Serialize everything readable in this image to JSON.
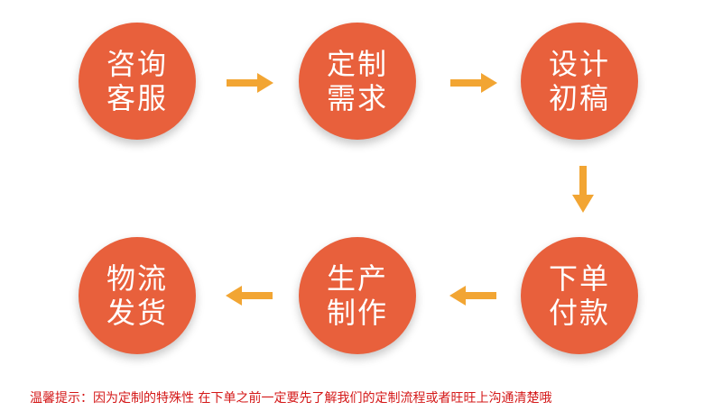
{
  "steps": [
    {
      "line1": "咨询",
      "line2": "客服"
    },
    {
      "line1": "定制",
      "line2": "需求"
    },
    {
      "line1": "设计",
      "line2": "初稿"
    },
    {
      "line1": "下单",
      "line2": "付款"
    },
    {
      "line1": "生产",
      "line2": "制作"
    },
    {
      "line1": "物流",
      "line2": "发货"
    }
  ],
  "note": "温馨提示：因为定制的特殊性 在下单之前一定要先了解我们的定制流程或者旺旺上沟通清楚哦",
  "colors": {
    "circle": "#e8603c",
    "arrow": "#f2a533",
    "note": "#d41818"
  }
}
